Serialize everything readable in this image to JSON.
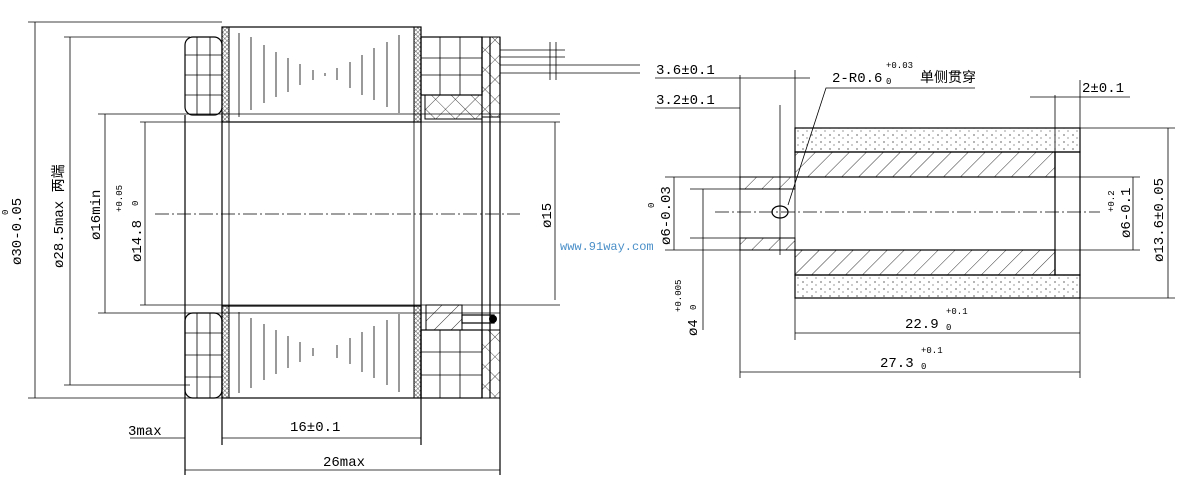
{
  "watermark": "www.91way.com",
  "side_view": {
    "dim_outer": {
      "main": "ø30-0.05",
      "upper": "0"
    },
    "dim_shell": "ø28.5max 两端",
    "dim_bore_min": "ø16min",
    "dim_bore": {
      "main": "ø14.8",
      "upper": "+0.05",
      "lower": "0"
    },
    "dim_right": "ø15",
    "dim_3max": "3max",
    "dim_16": "16±0.1",
    "dim_26max": "26max"
  },
  "section_view": {
    "dim_3_6": "3.6±0.1",
    "dim_3_2": "3.2±0.1",
    "hole_note": {
      "main": "2-R0.6",
      "upper": "+0.03",
      "lower": "0",
      "suffix": "单侧贯穿"
    },
    "dim_2": "2±0.1",
    "dim_6_left": {
      "main": "ø6-0.03",
      "upper": "0"
    },
    "dim_4": {
      "main": "ø4",
      "upper": "+0.005",
      "lower": "0"
    },
    "dim_6_right": {
      "main": "ø6-0.1",
      "upper": "+0.2"
    },
    "dim_13_6": "ø13.6±0.05",
    "dim_22_9": {
      "main": "22.9",
      "upper": "+0.1",
      "lower": "0"
    },
    "dim_27_3": {
      "main": "27.3",
      "upper": "+0.1",
      "lower": "0"
    }
  }
}
